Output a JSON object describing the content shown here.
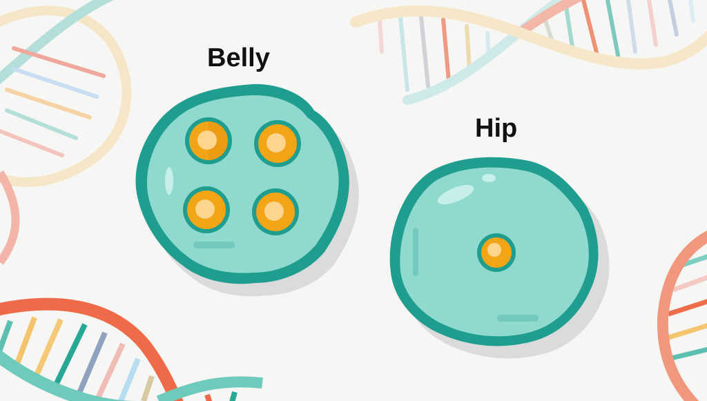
{
  "labels": {
    "belly": "Belly",
    "hip": "Hip"
  },
  "cells": [
    {
      "name": "belly-fat-cell",
      "nuclei_count": 4
    },
    {
      "name": "hip-fat-cell",
      "nuclei_count": 1
    }
  ],
  "colors": {
    "background": "#f6f6f4",
    "cell_fill": "#8fd9cf",
    "cell_border": "#1f9e8f",
    "nucleus_outer": "#f2a516",
    "nucleus_inner": "#fcd58e",
    "nucleus_ring": "#1f9e8f",
    "dna_red": "#ee6e4c",
    "dna_teal": "#6cc8b9",
    "dna_cream": "#f8e2b7"
  }
}
